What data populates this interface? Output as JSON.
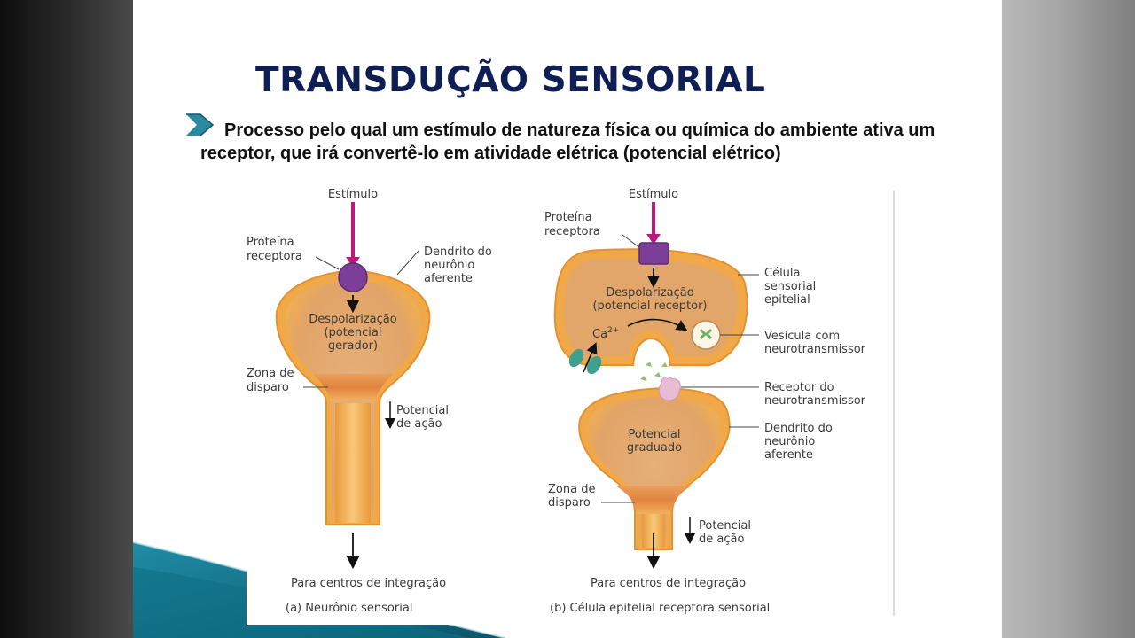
{
  "slide": {
    "title": "TRANSDUÇÃO SENSORIAL",
    "bullet_text": "Processo pelo qual um estímulo de natureza física ou química do ambiente ativa um receptor, que irá convertê-lo em atividade elétrica (potencial elétrico)"
  },
  "figure_a": {
    "stimulus": "Estímulo",
    "receptor_protein": [
      "Proteína",
      "receptora"
    ],
    "dendrite": [
      "Dendrito do",
      "neurônio",
      "aferente"
    ],
    "depolarization": [
      "Despolarização",
      "(potencial",
      "gerador)"
    ],
    "trigger_zone": [
      "Zona de",
      "disparo"
    ],
    "action_potential": [
      "Potencial",
      "de ação"
    ],
    "to_centers": "Para centros de integração",
    "caption": "(a) Neurônio sensorial"
  },
  "figure_b": {
    "stimulus": "Estímulo",
    "receptor_protein": [
      "Proteína",
      "receptora"
    ],
    "epithelial_cell": [
      "Célula",
      "sensorial",
      "epitelial"
    ],
    "depolarization": [
      "Despolarização",
      "(potencial receptor)"
    ],
    "calcium": "Ca",
    "calcium_sup": "2+",
    "vesicle": [
      "Vesícula com",
      "neurotransmissor"
    ],
    "nt_receptor": [
      "Receptor do",
      "neurotransmissor"
    ],
    "graded_potential": [
      "Potencial",
      "graduado"
    ],
    "dendrite": [
      "Dendrito do",
      "neurônio",
      "aferente"
    ],
    "trigger_zone": [
      "Zona de",
      "disparo"
    ],
    "action_potential": [
      "Potencial",
      "de ação"
    ],
    "to_centers": "Para centros de integração",
    "caption": "(b) Célula epitelial receptora sensorial"
  },
  "colors": {
    "title": "#0f1f55",
    "bullet_arrow": "#2a8aa0",
    "cell_fill": "#f3b055",
    "cell_inner": "#e8a35a",
    "trigger_zone": "#e28a4a",
    "stimulus_arrow": "#c0177f",
    "receptor_protein": "#7b3f99",
    "corner_accent": "#1f8ca6"
  }
}
